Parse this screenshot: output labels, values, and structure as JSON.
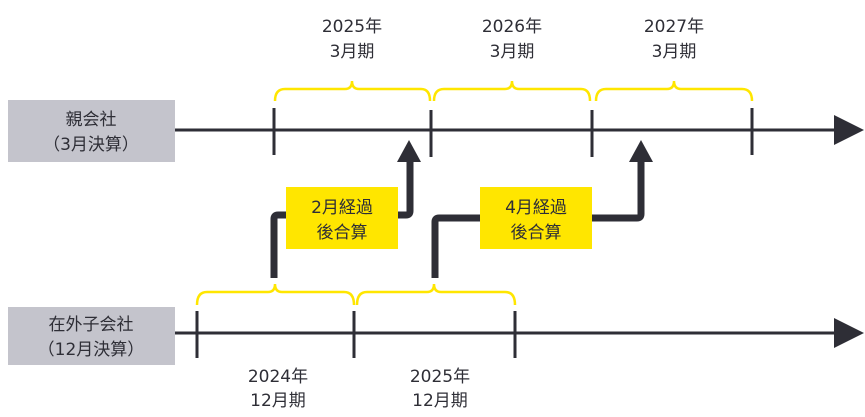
{
  "parent": {
    "label_line1": "親会社",
    "label_line2": "（3月決算）",
    "periods": [
      {
        "year": "2025年",
        "period": "3月期"
      },
      {
        "year": "2026年",
        "period": "3月期"
      },
      {
        "year": "2027年",
        "period": "3月期"
      }
    ]
  },
  "subsidiary": {
    "label_line1": "在外子会社",
    "label_line2": "（12月決算）",
    "periods": [
      {
        "year": "2024年",
        "period": "12月期"
      },
      {
        "year": "2025年",
        "period": "12月期"
      }
    ]
  },
  "connectors": [
    {
      "line1": "2月経過",
      "line2": "後合算"
    },
    {
      "line1": "4月経過",
      "line2": "後合算"
    }
  ],
  "colors": {
    "axis": "#2e2e36",
    "bracket": "#ffe600",
    "label_box": "#c4c4cc",
    "note_box": "#ffe600"
  }
}
